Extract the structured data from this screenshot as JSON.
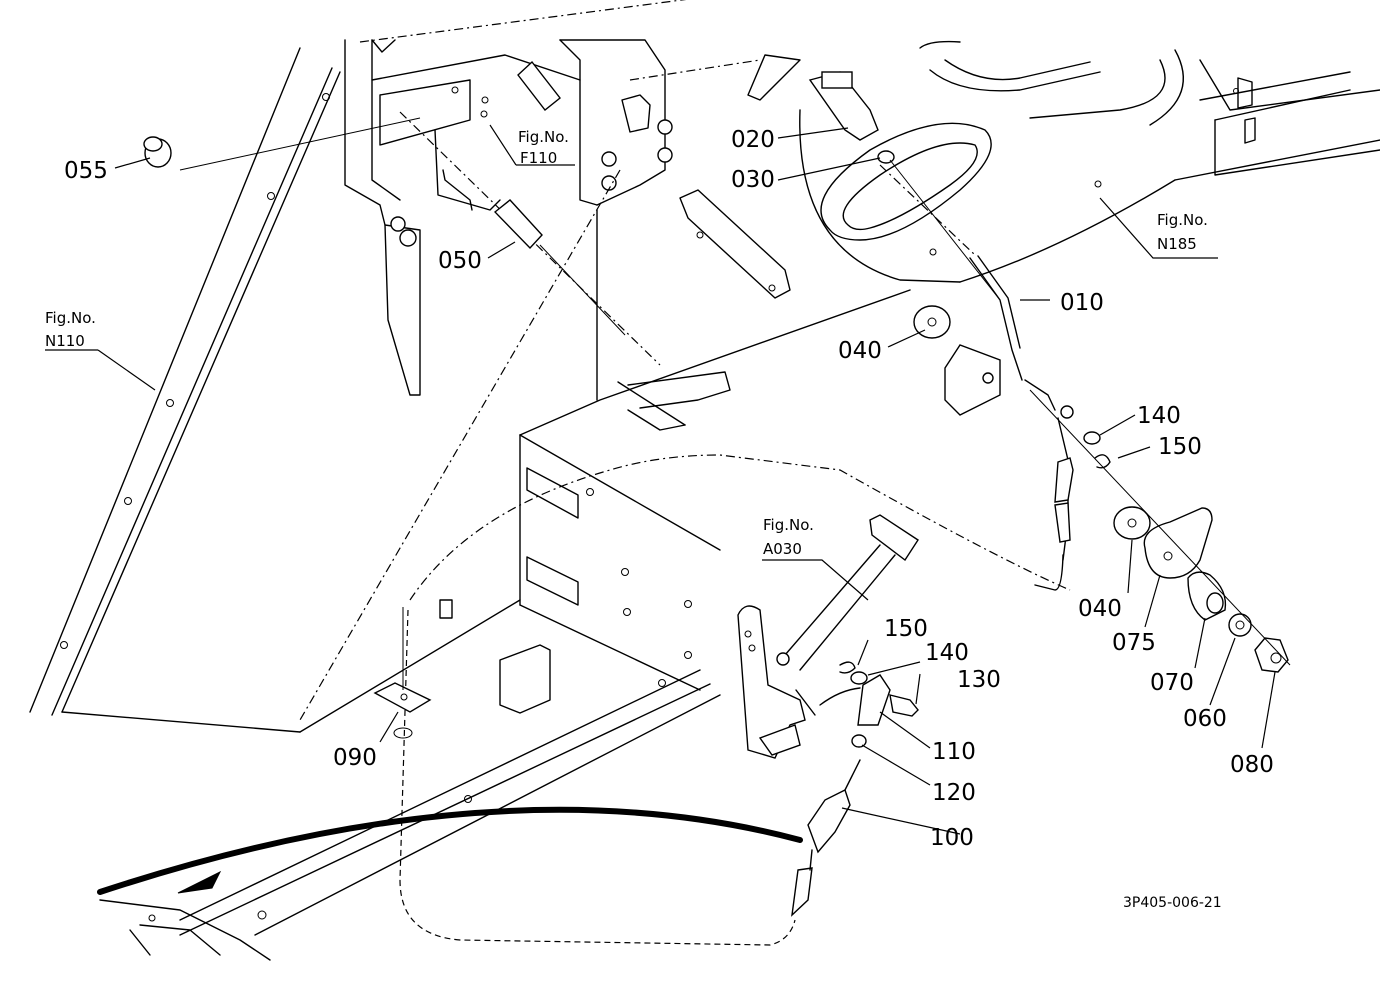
{
  "figure_refs": {
    "f110": {
      "line1": "Fig.No.",
      "line2": "F110"
    },
    "n185": {
      "line1": "Fig.No.",
      "line2": "N185"
    },
    "n110": {
      "line1": "Fig.No.",
      "line2": "N110"
    },
    "a030": {
      "line1": "Fig.No.",
      "line2": "A030"
    }
  },
  "part_labels": {
    "p010": "010",
    "p020": "020",
    "p030": "030",
    "p040_top": "040",
    "p040_bottom": "040",
    "p050": "050",
    "p055": "055",
    "p060": "060",
    "p070": "070",
    "p075": "075",
    "p080": "080",
    "p090": "090",
    "p100": "100",
    "p110": "110",
    "p120": "120",
    "p130": "130",
    "p140_top": "140",
    "p140_bottom": "140",
    "p150_top": "150",
    "p150_bottom": "150"
  },
  "drawing_number": "3P405-006-21"
}
